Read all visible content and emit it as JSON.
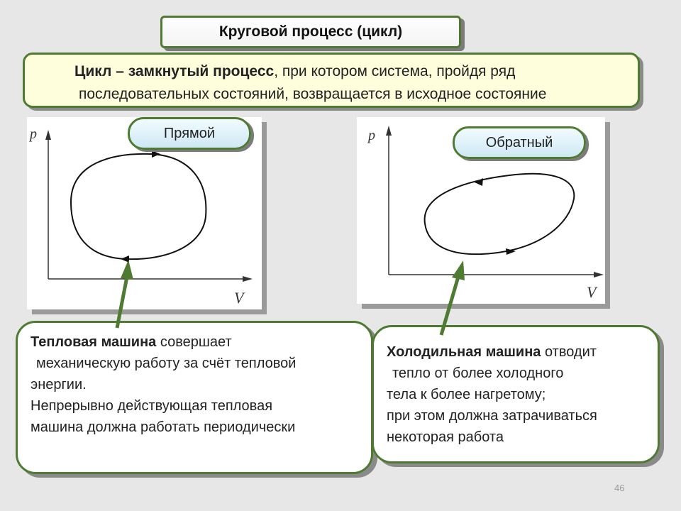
{
  "title": "Круговой процесс (цикл)",
  "definition": {
    "bold": "Цикл – замкнутый процесс",
    "line1_rest": ", при котором система,  пройдя ряд",
    "line2": "последовательных состояний,  возвращается в исходное состояние"
  },
  "plots": [
    {
      "pill": "Прямой",
      "y_label": "p",
      "x_label": "V"
    },
    {
      "pill": "Обратный",
      "y_label": "p",
      "x_label": "V"
    }
  ],
  "heat_engine": {
    "bold": "Тепловая машина",
    "line1_rest": "  совершает",
    "line2": " механическую работу за счёт тепловой",
    "line3": "энергии.",
    "line4": "Непрерывно действующая тепловая",
    "line5": "машина должна работать периодически"
  },
  "refrigerator": {
    "bold": "Холодильная машина",
    "line1_rest": " отводит",
    "line2": " тепло  от более холодного",
    "line3": "тела к более  нагретому;",
    "line4": "при этом должна затрачиваться",
    "line5": "некоторая работа"
  },
  "page_number": "46",
  "colors": {
    "border": "#4f7a32",
    "definition_bg": "#fefedc",
    "pointer": "#4f7a32"
  }
}
